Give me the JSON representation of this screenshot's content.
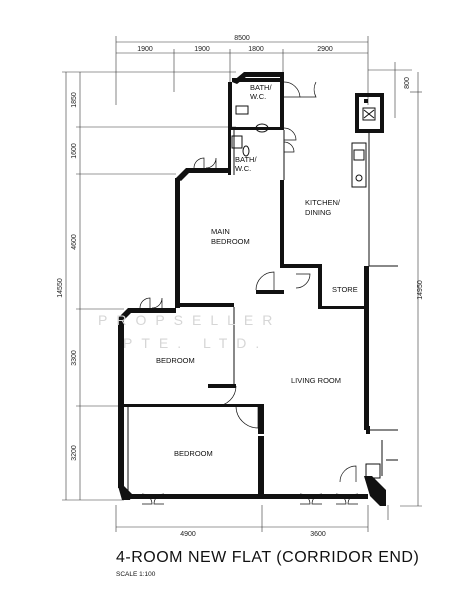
{
  "plan": {
    "top_dimensions": {
      "overall": "8500",
      "segments": [
        "1900",
        "1900",
        "1800",
        "2900"
      ]
    },
    "right_top_dimension": "800",
    "left_dimensions": {
      "overall": "14550",
      "segments": [
        "1850",
        "1600",
        "4600",
        "3300",
        "3200"
      ]
    },
    "right_overall": "14950",
    "bottom_dimensions": [
      "4900",
      "3600"
    ],
    "rooms": {
      "bath_top_line1": "BATH/",
      "bath_top_line2": "W.C.",
      "bath_bottom_line1": "BATH/",
      "bath_bottom_line2": "W.C.",
      "kitchen_line1": "KITCHEN/",
      "kitchen_line2": "DINING",
      "main_bedroom_line1": "MAIN",
      "main_bedroom_line2": "BEDROOM",
      "store": "STORE",
      "bedroom_upper": "BEDROOM",
      "bedroom_lower": "BEDROOM",
      "living_room": "LIVING ROOM"
    },
    "watermark_line1": "PROPSELLER",
    "watermark_line2": "PTE. LTD.",
    "title": "4-ROOM NEW FLAT (CORRIDOR END)",
    "scale": "SCALE   1:100"
  }
}
